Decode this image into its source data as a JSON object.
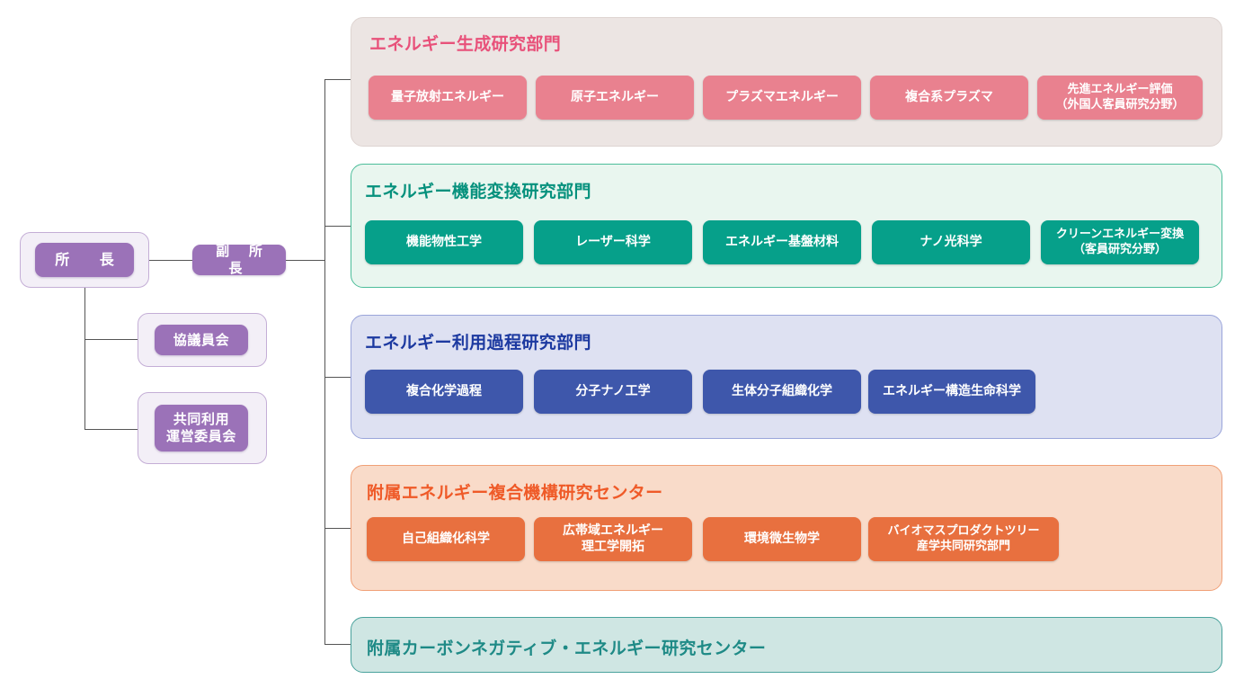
{
  "chart_data": {
    "type": "diagram",
    "title": "Institute Organization Chart",
    "nodes": [
      "所　長",
      "副 所 長",
      "協議員会",
      "共同利用\n運営委員会"
    ],
    "sections": 5
  },
  "leadership": {
    "director_label": "所　長",
    "vice_director_label": "副 所 長",
    "council_label": "協議員会",
    "joint_use_committee_label": "共同利用\n運営委員会"
  },
  "sections": [
    {
      "id": "energy-generation",
      "title": "エネルギー生成研究部門",
      "theme": "pink",
      "panel_color": "#ece5e3",
      "chip_color": "#e9818f",
      "title_color": "#e8517a",
      "chips": [
        "量子放射エネルギー",
        "原子エネルギー",
        "プラズマエネルギー",
        "複合系プラズマ",
        "先進エネルギー評価\n（外国人客員研究分野）"
      ]
    },
    {
      "id": "energy-conversion",
      "title": "エネルギー機能変換研究部門",
      "theme": "green",
      "panel_color": "#e9f6ef",
      "chip_color": "#06a08a",
      "title_color": "#06917d",
      "chips": [
        "機能物性工学",
        "レーザー科学",
        "エネルギー基盤材料",
        "ナノ光科学",
        "クリーンエネルギー変換\n（客員研究分野）"
      ]
    },
    {
      "id": "energy-utilization",
      "title": "エネルギー利用過程研究部門",
      "theme": "blue",
      "panel_color": "#dee1f2",
      "chip_color": "#3e57ab",
      "title_color": "#1c39a0",
      "chips": [
        "複合化学過程",
        "分子ナノ工学",
        "生体分子組織化学",
        "エネルギー構造生命科学"
      ]
    },
    {
      "id": "advanced-energy-structures",
      "title": "附属エネルギー複合機構研究センター",
      "theme": "orange",
      "panel_color": "#f9dbc9",
      "chip_color": "#e8703f",
      "title_color": "#ef5a28",
      "chips": [
        "自己組織化科学",
        "広帯域エネルギー\n理工学開拓",
        "環境微生物学",
        "バイオマスプロダクトツリー\n産学共同研究部門"
      ]
    },
    {
      "id": "carbon-negative",
      "title": "附属カーボンネガティブ・エネルギー研究センター",
      "theme": "teal",
      "panel_color": "#cfe6e3",
      "chip_color": "#49a29c",
      "title_color": "#1e8a86",
      "chips": []
    }
  ]
}
